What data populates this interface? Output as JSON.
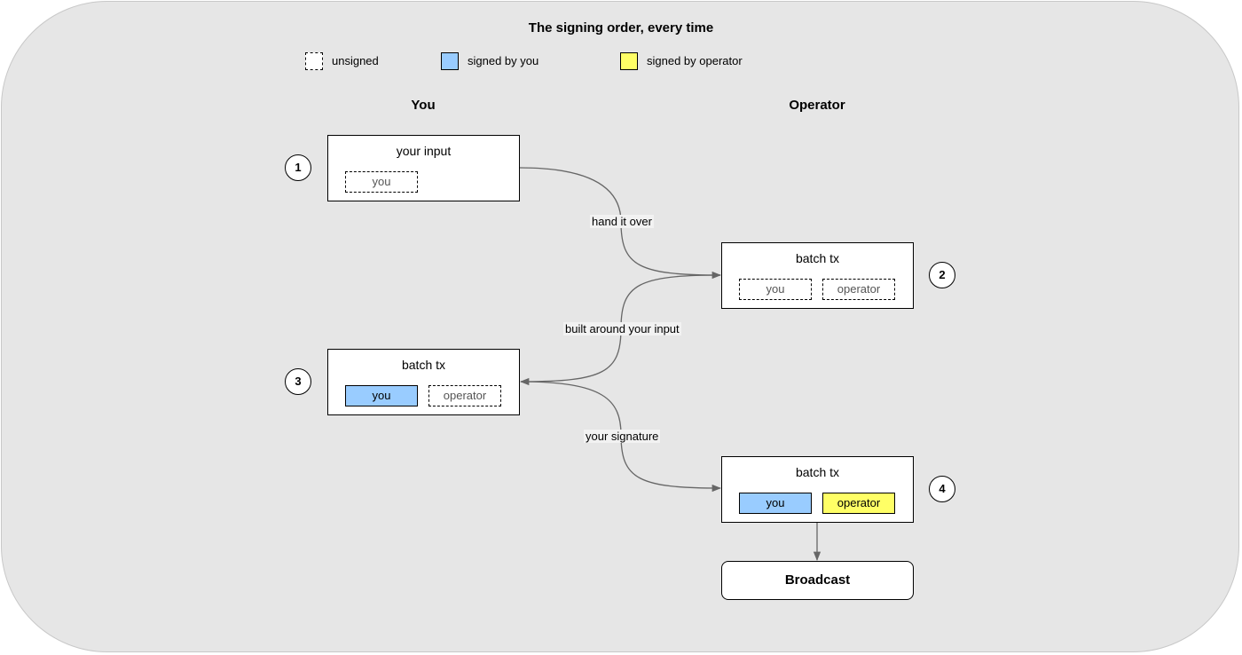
{
  "title": "The signing order, every time",
  "legend": {
    "unsigned": "unsigned",
    "signed_by_you": "signed by you",
    "signed_by_operator": "signed by operator"
  },
  "colors": {
    "background": "#e6e6e6",
    "signed_by_you": "#99ccff",
    "signed_by_operator": "#ffff66",
    "edge": "#666666"
  },
  "columns": {
    "you": "You",
    "operator": "Operator"
  },
  "steps": [
    {
      "number": "1",
      "box_title": "your input",
      "slots": [
        {
          "label": "you",
          "state": "unsigned"
        }
      ]
    },
    {
      "number": "2",
      "box_title": "batch tx",
      "slots": [
        {
          "label": "you",
          "state": "unsigned"
        },
        {
          "label": "operator",
          "state": "unsigned"
        }
      ]
    },
    {
      "number": "3",
      "box_title": "batch tx",
      "slots": [
        {
          "label": "you",
          "state": "signed_by_you"
        },
        {
          "label": "operator",
          "state": "unsigned"
        }
      ]
    },
    {
      "number": "4",
      "box_title": "batch tx",
      "slots": [
        {
          "label": "you",
          "state": "signed_by_you"
        },
        {
          "label": "operator",
          "state": "signed_by_operator"
        }
      ]
    }
  ],
  "edges": [
    {
      "label": "hand it over",
      "from": "1",
      "to": "2"
    },
    {
      "label": "built around your input",
      "from": "2",
      "to": "3"
    },
    {
      "label": "your signature",
      "from": "3",
      "to": "4"
    },
    {
      "label": "",
      "from": "4",
      "to": "broadcast"
    }
  ],
  "broadcast": "Broadcast"
}
